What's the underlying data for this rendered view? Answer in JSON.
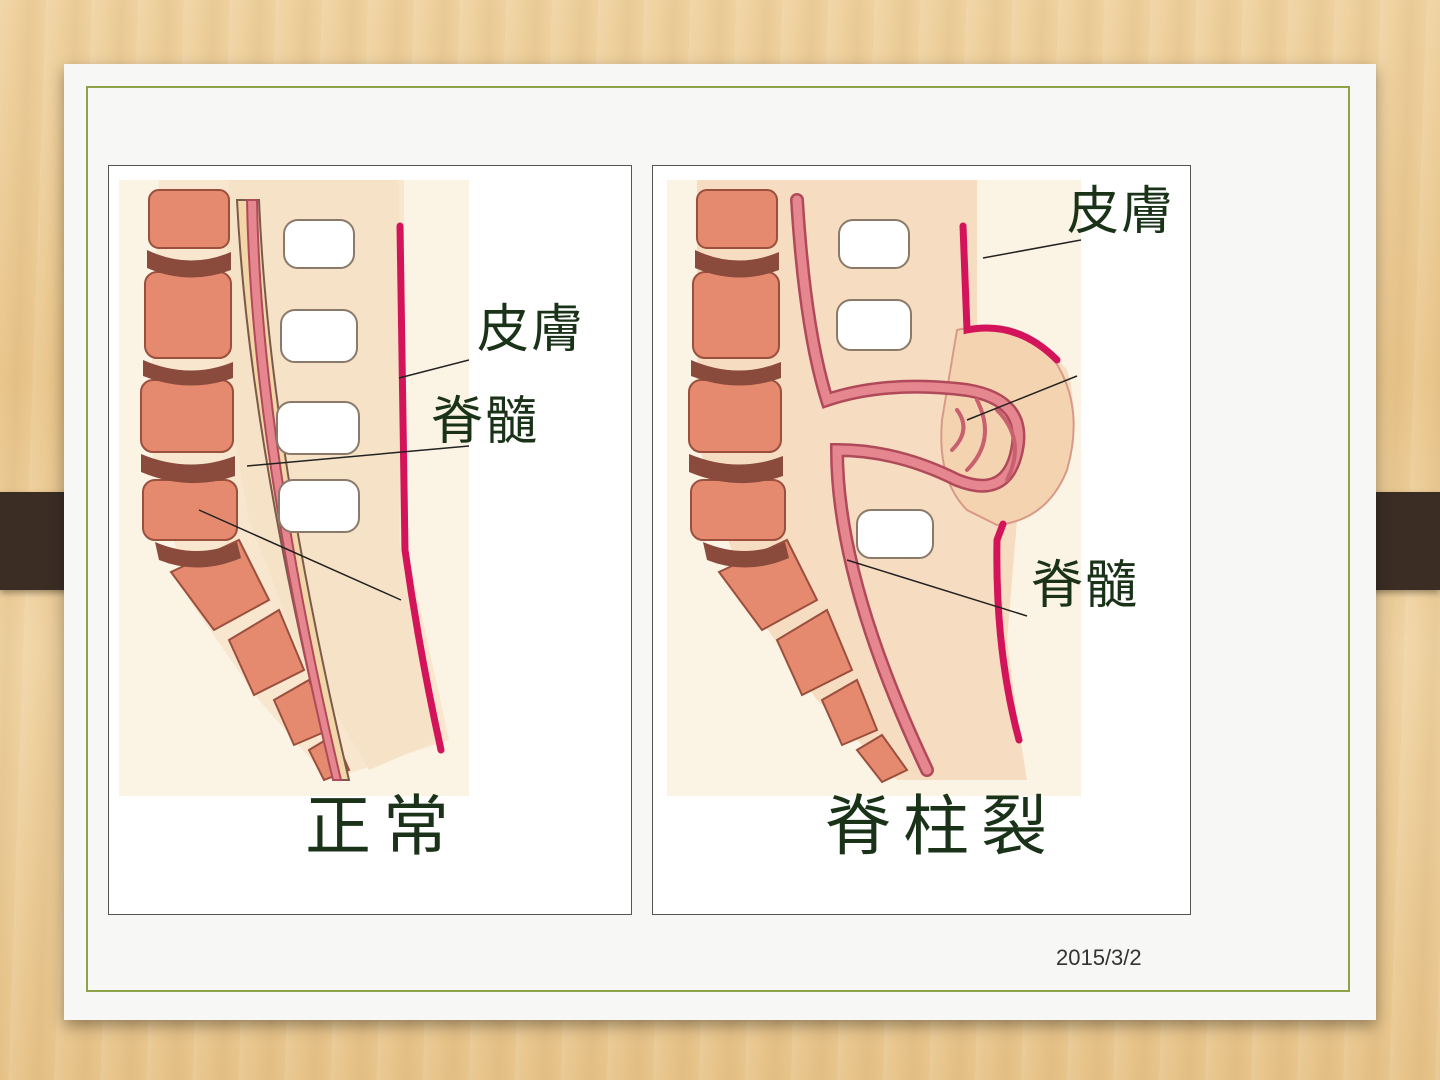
{
  "panels": {
    "normal": {
      "caption": "正常",
      "label_skin": "皮膚",
      "label_spinal_cord": "脊髓"
    },
    "spina_bifida": {
      "caption": "脊柱裂",
      "label_skin": "皮膚",
      "label_spinal_cord": "脊髓"
    }
  },
  "footer": {
    "date": "2015/3/2"
  },
  "colors": {
    "skin_line": "#d4145a",
    "vertebra": "#e58a6f",
    "disc": "#8a4a3c",
    "tissue": "#f6dcc0",
    "cord": "#e6868e",
    "frame": "#8ea24a",
    "strap": "#3b2d24",
    "label_text": "#1a3318"
  }
}
